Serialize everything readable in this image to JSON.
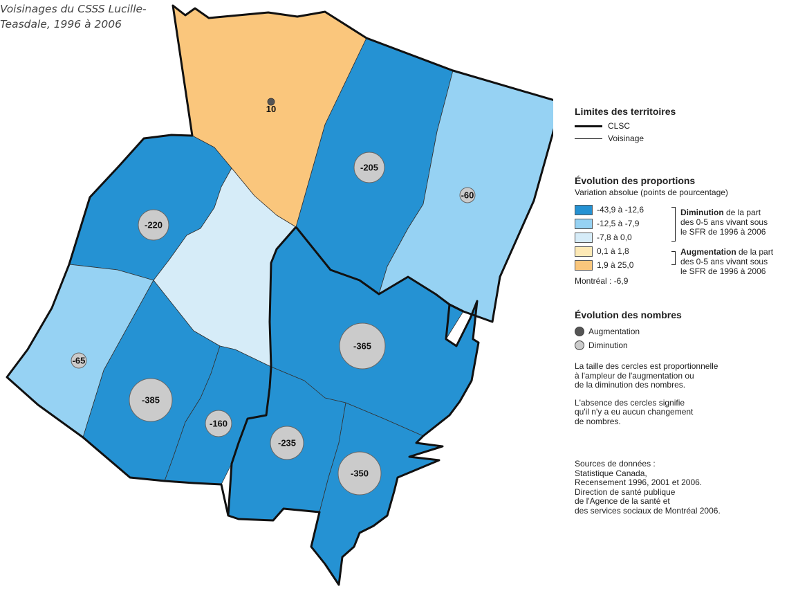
{
  "title": {
    "line1": "Voisinages du CSSS Lucille-",
    "line2": "Teasdale, 1996 à 2006"
  },
  "colors": {
    "class1": "#2592d3",
    "class2": "#96d2f3",
    "class3": "#d6ecf8",
    "class4": "#fde9b6",
    "class5": "#fac67c",
    "circle_decrease": "#cbcbcb",
    "circle_increase": "#555555"
  },
  "neighbourhoods": [
    {
      "id": "north",
      "class": 5,
      "value": "10",
      "direction": "increase"
    },
    {
      "id": "northeast-center",
      "class": 1,
      "value": "-205",
      "direction": "decrease"
    },
    {
      "id": "northeast-right",
      "class": 2,
      "value": "-60",
      "direction": "decrease"
    },
    {
      "id": "west",
      "class": 1,
      "value": "-220",
      "direction": "decrease"
    },
    {
      "id": "center",
      "class": 3,
      "value": "",
      "direction": "none"
    },
    {
      "id": "southwest",
      "class": 2,
      "value": "-65",
      "direction": "decrease"
    },
    {
      "id": "south-center-left",
      "class": 1,
      "value": "-385",
      "direction": "decrease"
    },
    {
      "id": "south-center",
      "class": 1,
      "value": "-160",
      "direction": "decrease"
    },
    {
      "id": "east",
      "class": 1,
      "value": "-365",
      "direction": "decrease"
    },
    {
      "id": "south-middle",
      "class": 1,
      "value": "-235",
      "direction": "decrease"
    },
    {
      "id": "south-east",
      "class": 1,
      "value": "-350",
      "direction": "decrease"
    }
  ],
  "legend": {
    "limits": {
      "heading": "Limites des territoires",
      "clsc": "CLSC",
      "voisinage": "Voisinage"
    },
    "proportions": {
      "heading": "Évolution des proportions",
      "subtitle": "Variation absolue (points de pourcentage)",
      "classes": [
        {
          "label": "-43,9 à -12,6",
          "color": "#2592d3"
        },
        {
          "label": "-12,5 à -7,9",
          "color": "#96d2f3"
        },
        {
          "label": "-7,8 à 0,0",
          "color": "#d6ecf8"
        },
        {
          "label": "0,1 à 1,8",
          "color": "#fde9b6"
        },
        {
          "label": "1,9 à 25,0",
          "color": "#fac67c"
        }
      ],
      "decrease_note": {
        "bold": "Diminution",
        "rest1": " de la part",
        "line2": "des 0-5 ans vivant sous",
        "line3": "le SFR de 1996 à 2006"
      },
      "increase_note": {
        "bold": "Augmentation",
        "rest1": " de la part",
        "line2": "des 0-5 ans vivant sous",
        "line3": "le SFR de 1996 à 2006"
      },
      "montreal": "Montréal : -6,9"
    },
    "numbers": {
      "heading": "Évolution des nombres",
      "increase": "Augmentation",
      "decrease": "Diminution",
      "note1": "La taille des cercles est proportionnelle\nà l'ampleur de l'augmentation ou\nde la diminution des nombres.",
      "note2": "L'absence des cercles signifie\nqu'il n'y a eu aucun changement\nde nombres."
    },
    "sources": "Sources de données :\nStatistique Canada,\nRecensement 1996, 2001 et 2006.\nDirection de santé publique\nde l'Agence de la santé et\ndes services sociaux de Montréal 2006."
  }
}
